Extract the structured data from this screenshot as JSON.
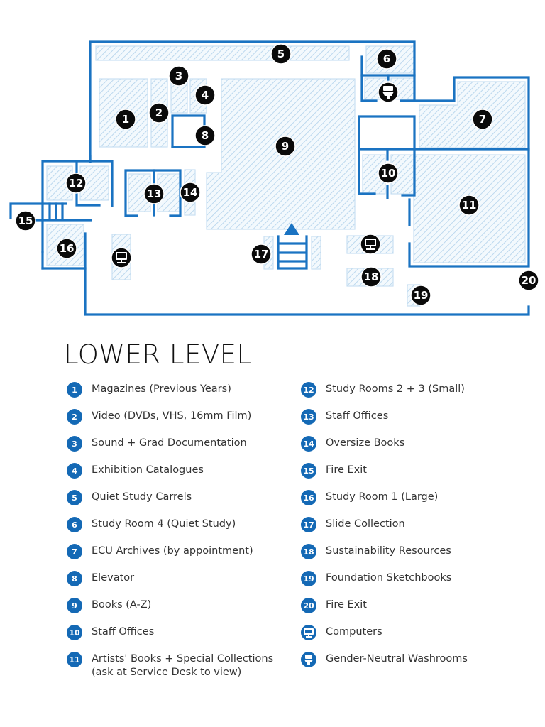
{
  "title": "LOWER LEVEL",
  "colors": {
    "wall": "#1a73c2",
    "hatch": "#c9e0f2",
    "marker": "#0a0a0a",
    "badge": "#1469b5"
  },
  "map": {
    "markers": [
      {
        "id": "1",
        "label": "1"
      },
      {
        "id": "2",
        "label": "2"
      },
      {
        "id": "3",
        "label": "3"
      },
      {
        "id": "4",
        "label": "4"
      },
      {
        "id": "5",
        "label": "5"
      },
      {
        "id": "6",
        "label": "6"
      },
      {
        "id": "7",
        "label": "7"
      },
      {
        "id": "8",
        "label": "8"
      },
      {
        "id": "9",
        "label": "9"
      },
      {
        "id": "10",
        "label": "10"
      },
      {
        "id": "11",
        "label": "11"
      },
      {
        "id": "12",
        "label": "12"
      },
      {
        "id": "13",
        "label": "13"
      },
      {
        "id": "14",
        "label": "14"
      },
      {
        "id": "15",
        "label": "15"
      },
      {
        "id": "16",
        "label": "16"
      },
      {
        "id": "17",
        "label": "17"
      },
      {
        "id": "18",
        "label": "18"
      },
      {
        "id": "19",
        "label": "19"
      },
      {
        "id": "20",
        "label": "20"
      }
    ],
    "icons": [
      "computer-icon",
      "computer-icon",
      "washroom-icon",
      "stairs-up-icon"
    ]
  },
  "legend": {
    "left": [
      {
        "badge": "1",
        "label": "Magazines (Previous Years)"
      },
      {
        "badge": "2",
        "label": "Video (DVDs, VHS, 16mm Film)"
      },
      {
        "badge": "3",
        "label": "Sound + Grad Documentation"
      },
      {
        "badge": "4",
        "label": "Exhibition Catalogues"
      },
      {
        "badge": "5",
        "label": "Quiet Study Carrels"
      },
      {
        "badge": "6",
        "label": "Study Room 4 (Quiet Study)"
      },
      {
        "badge": "7",
        "label": "ECU Archives (by appointment)"
      },
      {
        "badge": "8",
        "label": "Elevator"
      },
      {
        "badge": "9",
        "label": "Books (A-Z)"
      },
      {
        "badge": "10",
        "label": "Staff Offices"
      },
      {
        "badge": "11",
        "label": "Artists' Books + Special Collections (ask at Service Desk to view)",
        "line1": "Artists' Books + Special Collections",
        "line2": "(ask at Service Desk to view)"
      }
    ],
    "right": [
      {
        "badge": "12",
        "label": "Study Rooms 2 + 3 (Small)"
      },
      {
        "badge": "13",
        "label": "Staff Offices"
      },
      {
        "badge": "14",
        "label": "Oversize Books"
      },
      {
        "badge": "15",
        "label": "Fire Exit"
      },
      {
        "badge": "16",
        "label": "Study Room 1 (Large)"
      },
      {
        "badge": "17",
        "label": "Slide Collection"
      },
      {
        "badge": "18",
        "label": "Sustainability Resources"
      },
      {
        "badge": "19",
        "label": "Foundation Sketchbooks"
      },
      {
        "badge": "20",
        "label": "Fire Exit"
      },
      {
        "badge": "computer",
        "icon": "computer-icon",
        "label": "Computers"
      },
      {
        "badge": "washroom",
        "icon": "washroom-icon",
        "label": "Gender-Neutral Washrooms"
      }
    ]
  }
}
